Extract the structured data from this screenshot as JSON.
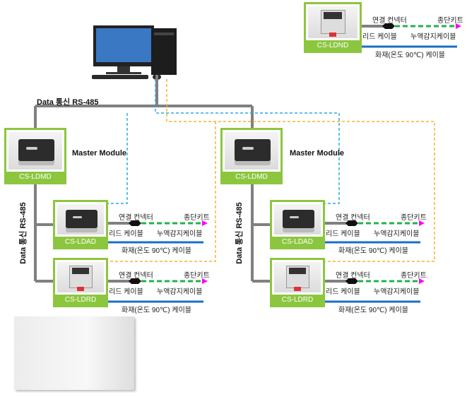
{
  "bus_label": "Data 통신 RS-485",
  "master_label": "Master Module",
  "top_module": {
    "name": "CS-LDND"
  },
  "branches": [
    {
      "master": "CS-LDMD",
      "ldad": "CS-LDAD",
      "ldrd": "CS-LDRD"
    },
    {
      "master": "CS-LDMD",
      "ldad": "CS-LDAD",
      "ldrd": "CS-LDRD"
    }
  ],
  "cable_labels": {
    "connector": "연결 컨넥터",
    "end_kit": "종단키트",
    "lead_cable": "리드 케이블",
    "leak_cable": "누액감지케이블",
    "fire_cable": "화재(온도 90℃) 케이블"
  },
  "colors": {
    "bus": "#808080",
    "leak": "#22b24c",
    "fire": "#1a6fc4",
    "end": "#ff00ff",
    "cyan": "#29abe2",
    "orange": "#f7b32b",
    "frame": "#8cc63f"
  }
}
